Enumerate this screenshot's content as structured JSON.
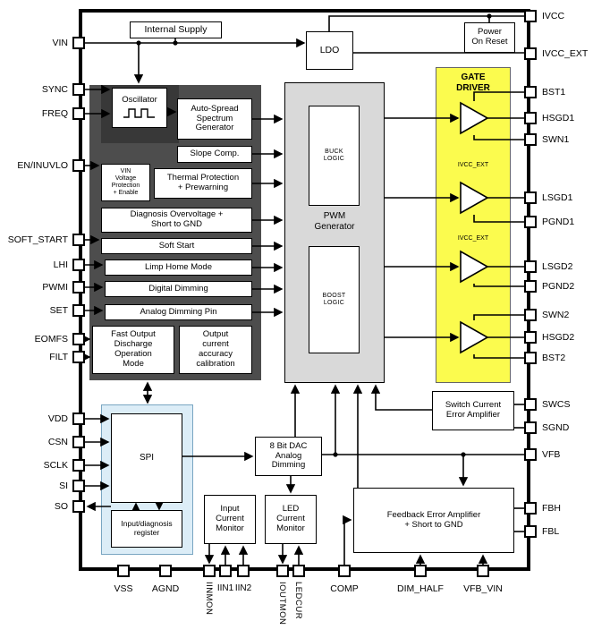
{
  "pins": {
    "left": [
      "VIN",
      "SYNC",
      "FREQ",
      "EN/INUVLO",
      "SOFT_START",
      "LHI",
      "PWMI",
      "SET",
      "EOMFS",
      "FILT",
      "VDD",
      "CSN",
      "SCLK",
      "SI",
      "SO"
    ],
    "right": [
      "IVCC",
      "IVCC_EXT",
      "BST1",
      "HSGD1",
      "SWN1",
      "LSGD1",
      "PGND1",
      "LSGD2",
      "PGND2",
      "SWN2",
      "HSGD2",
      "BST2",
      "SWCS",
      "SGND",
      "VFB",
      "FBH",
      "FBL"
    ],
    "bottom": [
      "VSS",
      "AGND",
      "IINMON",
      "IIN1",
      "IIN2",
      "IOUTMON",
      "LEDCUR",
      "COMP",
      "DIM_HALF",
      "VFB_VIN"
    ]
  },
  "blocks": {
    "internal_supply": "Internal Supply",
    "ldo": "LDO",
    "power_on_reset": "Power\nOn Reset",
    "oscillator": "Oscillator",
    "auto_spread": "Auto-Spread\nSpectrum\nGenerator",
    "slope_comp": "Slope Comp.",
    "vin_protection": "VIN\nVoltage\nProtection\n+ Enable",
    "thermal_protection": "Thermal Protection\n+ Prewarning",
    "diagnosis": "Diagnosis Overvoltage +\nShort to GND",
    "soft_start": "Soft Start",
    "limp_home": "Limp Home Mode",
    "digital_dimming": "Digital Dimming",
    "analog_dimming": "Analog Dimming Pin",
    "fast_output_discharge": "Fast Output\nDischarge\nOperation\nMode",
    "output_current_calibration": "Output\ncurrent\naccuracy\ncalibration",
    "pwm_generator": "PWM\nGenerator",
    "buck_logic": "BUCK\nLOGIC",
    "boost_logic": "BOOST\nLOGIC",
    "gate_driver": "GATE\nDRIVER",
    "ivcc_ext_label_1": "IVCC_EXT",
    "ivcc_ext_label_2": "IVCC_EXT",
    "spi": "SPI",
    "input_diag_register": "Input/diagnosis\nregister",
    "dac": "8 Bit DAC\nAnalog\nDimming",
    "input_current_monitor": "Input\nCurrent\nMonitor",
    "led_current_monitor": "LED\nCurrent\nMonitor",
    "feedback_amp": "Feedback Error Amplifier\n+ Short to GND",
    "switch_current_amp": "Switch Current\nError Amplifier"
  },
  "colors": {
    "gate_driver_fill": "#fbfb4e",
    "logic_block_fill": "#4d4d4d",
    "logic_block_inner_fill": "#383838",
    "pwm_block_fill": "#d9d9d9",
    "spi_block_fill": "#dcedf7",
    "wire_color": "#000000"
  }
}
